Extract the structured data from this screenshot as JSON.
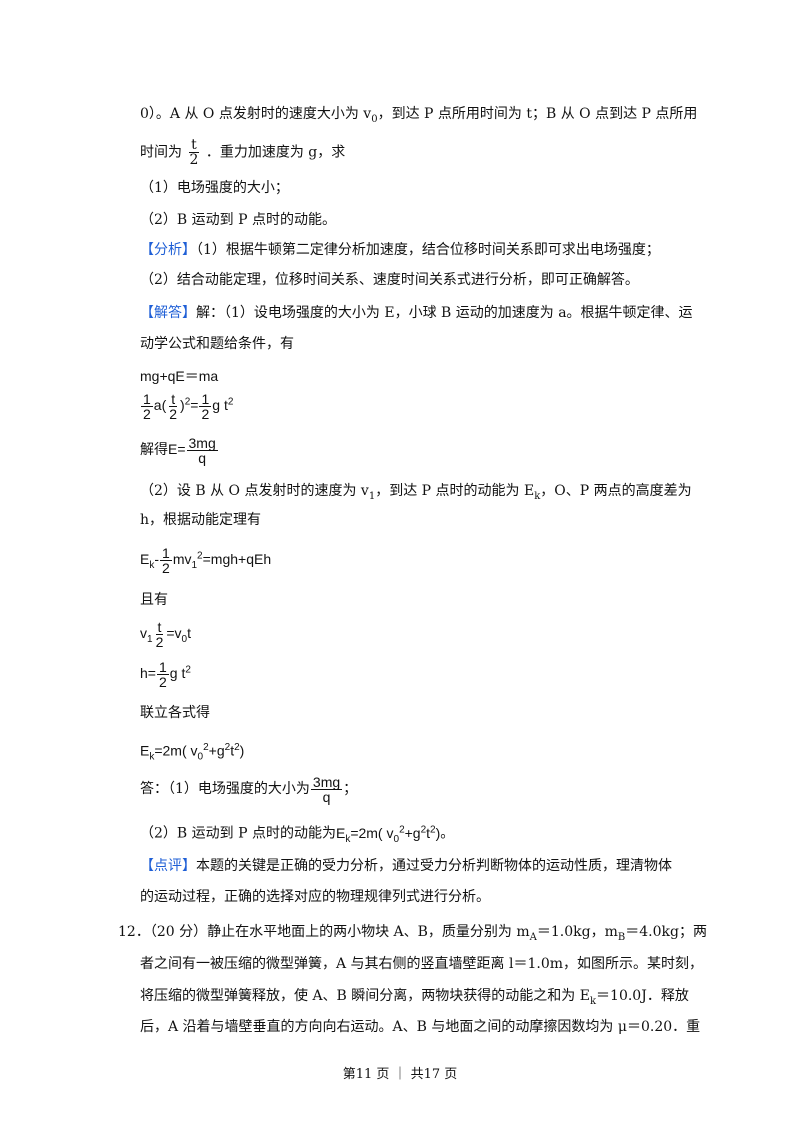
{
  "lines": {
    "l1a": "0）。A 从 O 点发射时的速度大小为 v",
    "l1b": "，到达 P 点所用时间为 t；B 从 O 点到达 P 点所用",
    "l2a": "时间为",
    "l2b": "．重力加速度为 g，求",
    "q1": "（1）电场强度的大小；",
    "q2": "（2）B 运动到 P 点时的动能。",
    "fenxi_tag": "【分析】",
    "fenxi1": "（1）根据牛顿第二定律分析加速度，结合位移时间关系即可求出电场强度；",
    "fenxi2": "（2）结合动能定理，位移时间关系、速度时间关系式进行分析，即可正确解答。",
    "jieda_tag": "【解答】",
    "jieda1": "解：（1）设电场强度的大小为 E，小球 B 运动的加速度为 a。根据牛顿定律、运",
    "jieda2": "动学公式和题给条件，有",
    "eq1": "mg+qE＝ma",
    "jiede": "解得",
    "p2a": "（2）设 B 从 O 点发射时的速度为 v",
    "p2b": "，到达 P 点时的动能为 E",
    "p2c": "，O、P 两点的高度差为",
    "p2d": "h，根据动能定理有",
    "qieyou": "且有",
    "lianli": "联立各式得",
    "da1": "答：（1）电场强度的大小为",
    "da1end": "；",
    "da2": "（2）B 运动到 P 点时的动能为",
    "da2end": "。",
    "dianping_tag": "【点评】",
    "dianping1": "本题的关键是正确的受力分析，通过受力分析判断物体的运动性质，理清物体",
    "dianping2": "的运动过程，正确的选择对应的物理规律列式进行分析。",
    "q12_1": "12．（20 分）静止在水平地面上的两小物块 A、B，质量分别为 m",
    "q12_1b": "＝1.0kg，m",
    "q12_1c": "＝4.0kg；两",
    "q12_2": "者之间有一被压缩的微型弹簧，A 与其右侧的竖直墙壁距离 l＝1.0m，如图所示。某时刻，",
    "q12_3a": "将压缩的微型弹簧释放，使 A、B 瞬间分离，两物块获得的动能之和为 E",
    "q12_3b": "＝10.0J．释放",
    "q12_4": "后，A 沿着与墙壁垂直的方向向右运动。A、B 与地面之间的动摩擦因数均为 μ＝0.20．重"
  },
  "footer": "第11 页 ｜ 共17 页"
}
